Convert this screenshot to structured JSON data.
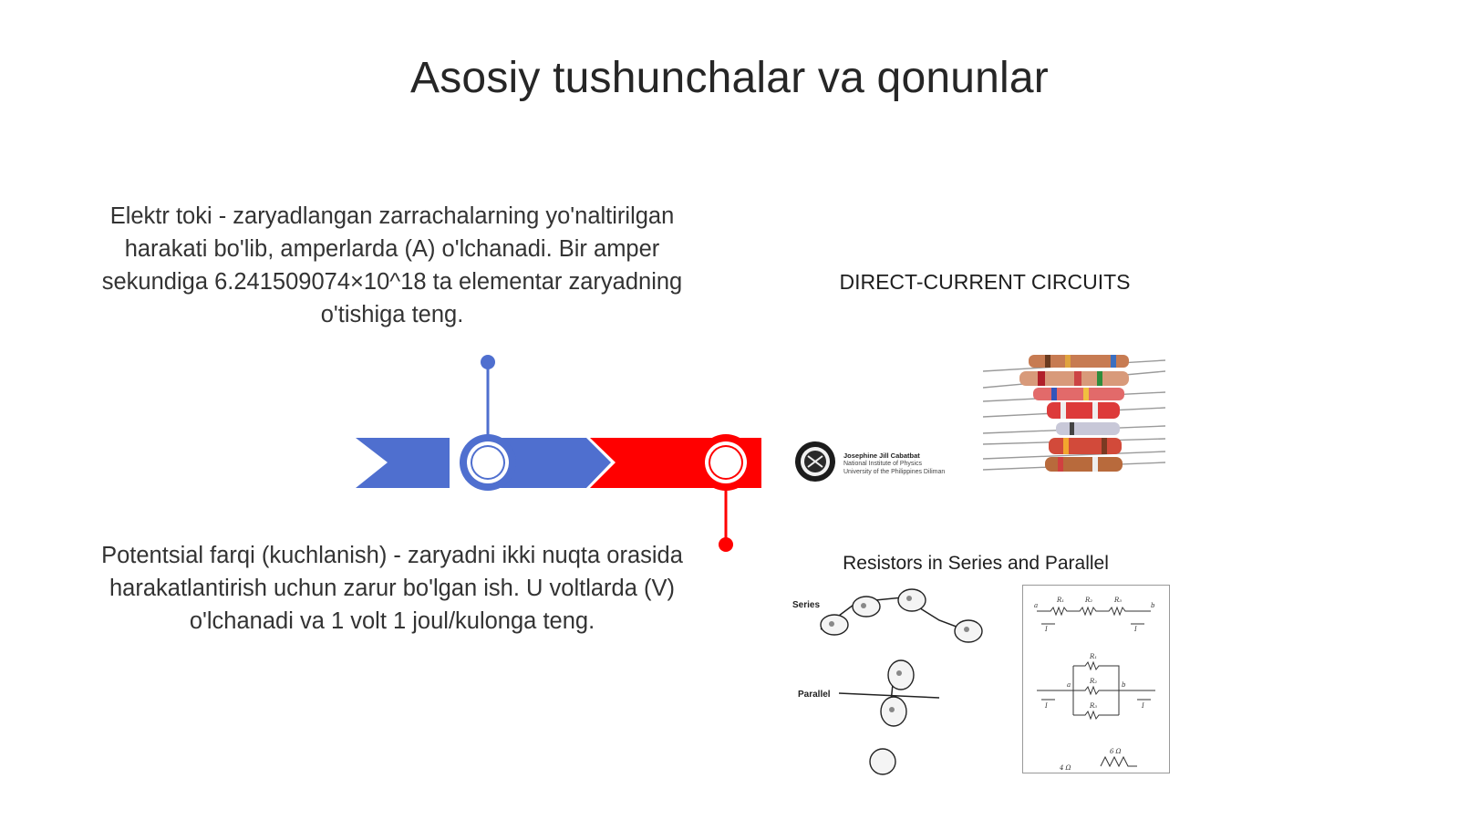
{
  "slide": {
    "title": "Asosiy tushunchalar va qonunlar",
    "paragraphs": [
      "Elektr toki - zaryadlangan zarrachalarning yo'naltirilgan harakati bo'lib, amperlarda (A) o'lchanadi. Bir amper sekundiga 6.241509074×10^18 ta elementar zaryadning o'tishiga teng.",
      "Potentsial farqi (kuchlanish) - zaryadni ikki nuqta orasida harakatlantirish uchun zarur bo'lgan ish. U voltlarda (V) o'lchanadi va 1 volt 1 joul/kulonga teng."
    ]
  },
  "timeline": {
    "colors": {
      "blue": "#4f6fcf",
      "red": "#ff0000"
    }
  },
  "image_dc": {
    "title": "DIRECT-CURRENT CIRCUITS",
    "author_name": "Josephine Jill Cabatbat",
    "author_institute": "National Institute of Physics",
    "author_university": "University of the Philippines Diliman"
  },
  "image_rs": {
    "title": "Resistors in Series and Parallel",
    "series_label": "Series",
    "parallel_label": "Parallel",
    "r1": "R₁",
    "r2": "R₂",
    "r3": "R₃",
    "i_label": "I",
    "a_label": "a",
    "b_label": "b",
    "ohm6": "6 Ω",
    "ohm4": "4 Ω"
  }
}
